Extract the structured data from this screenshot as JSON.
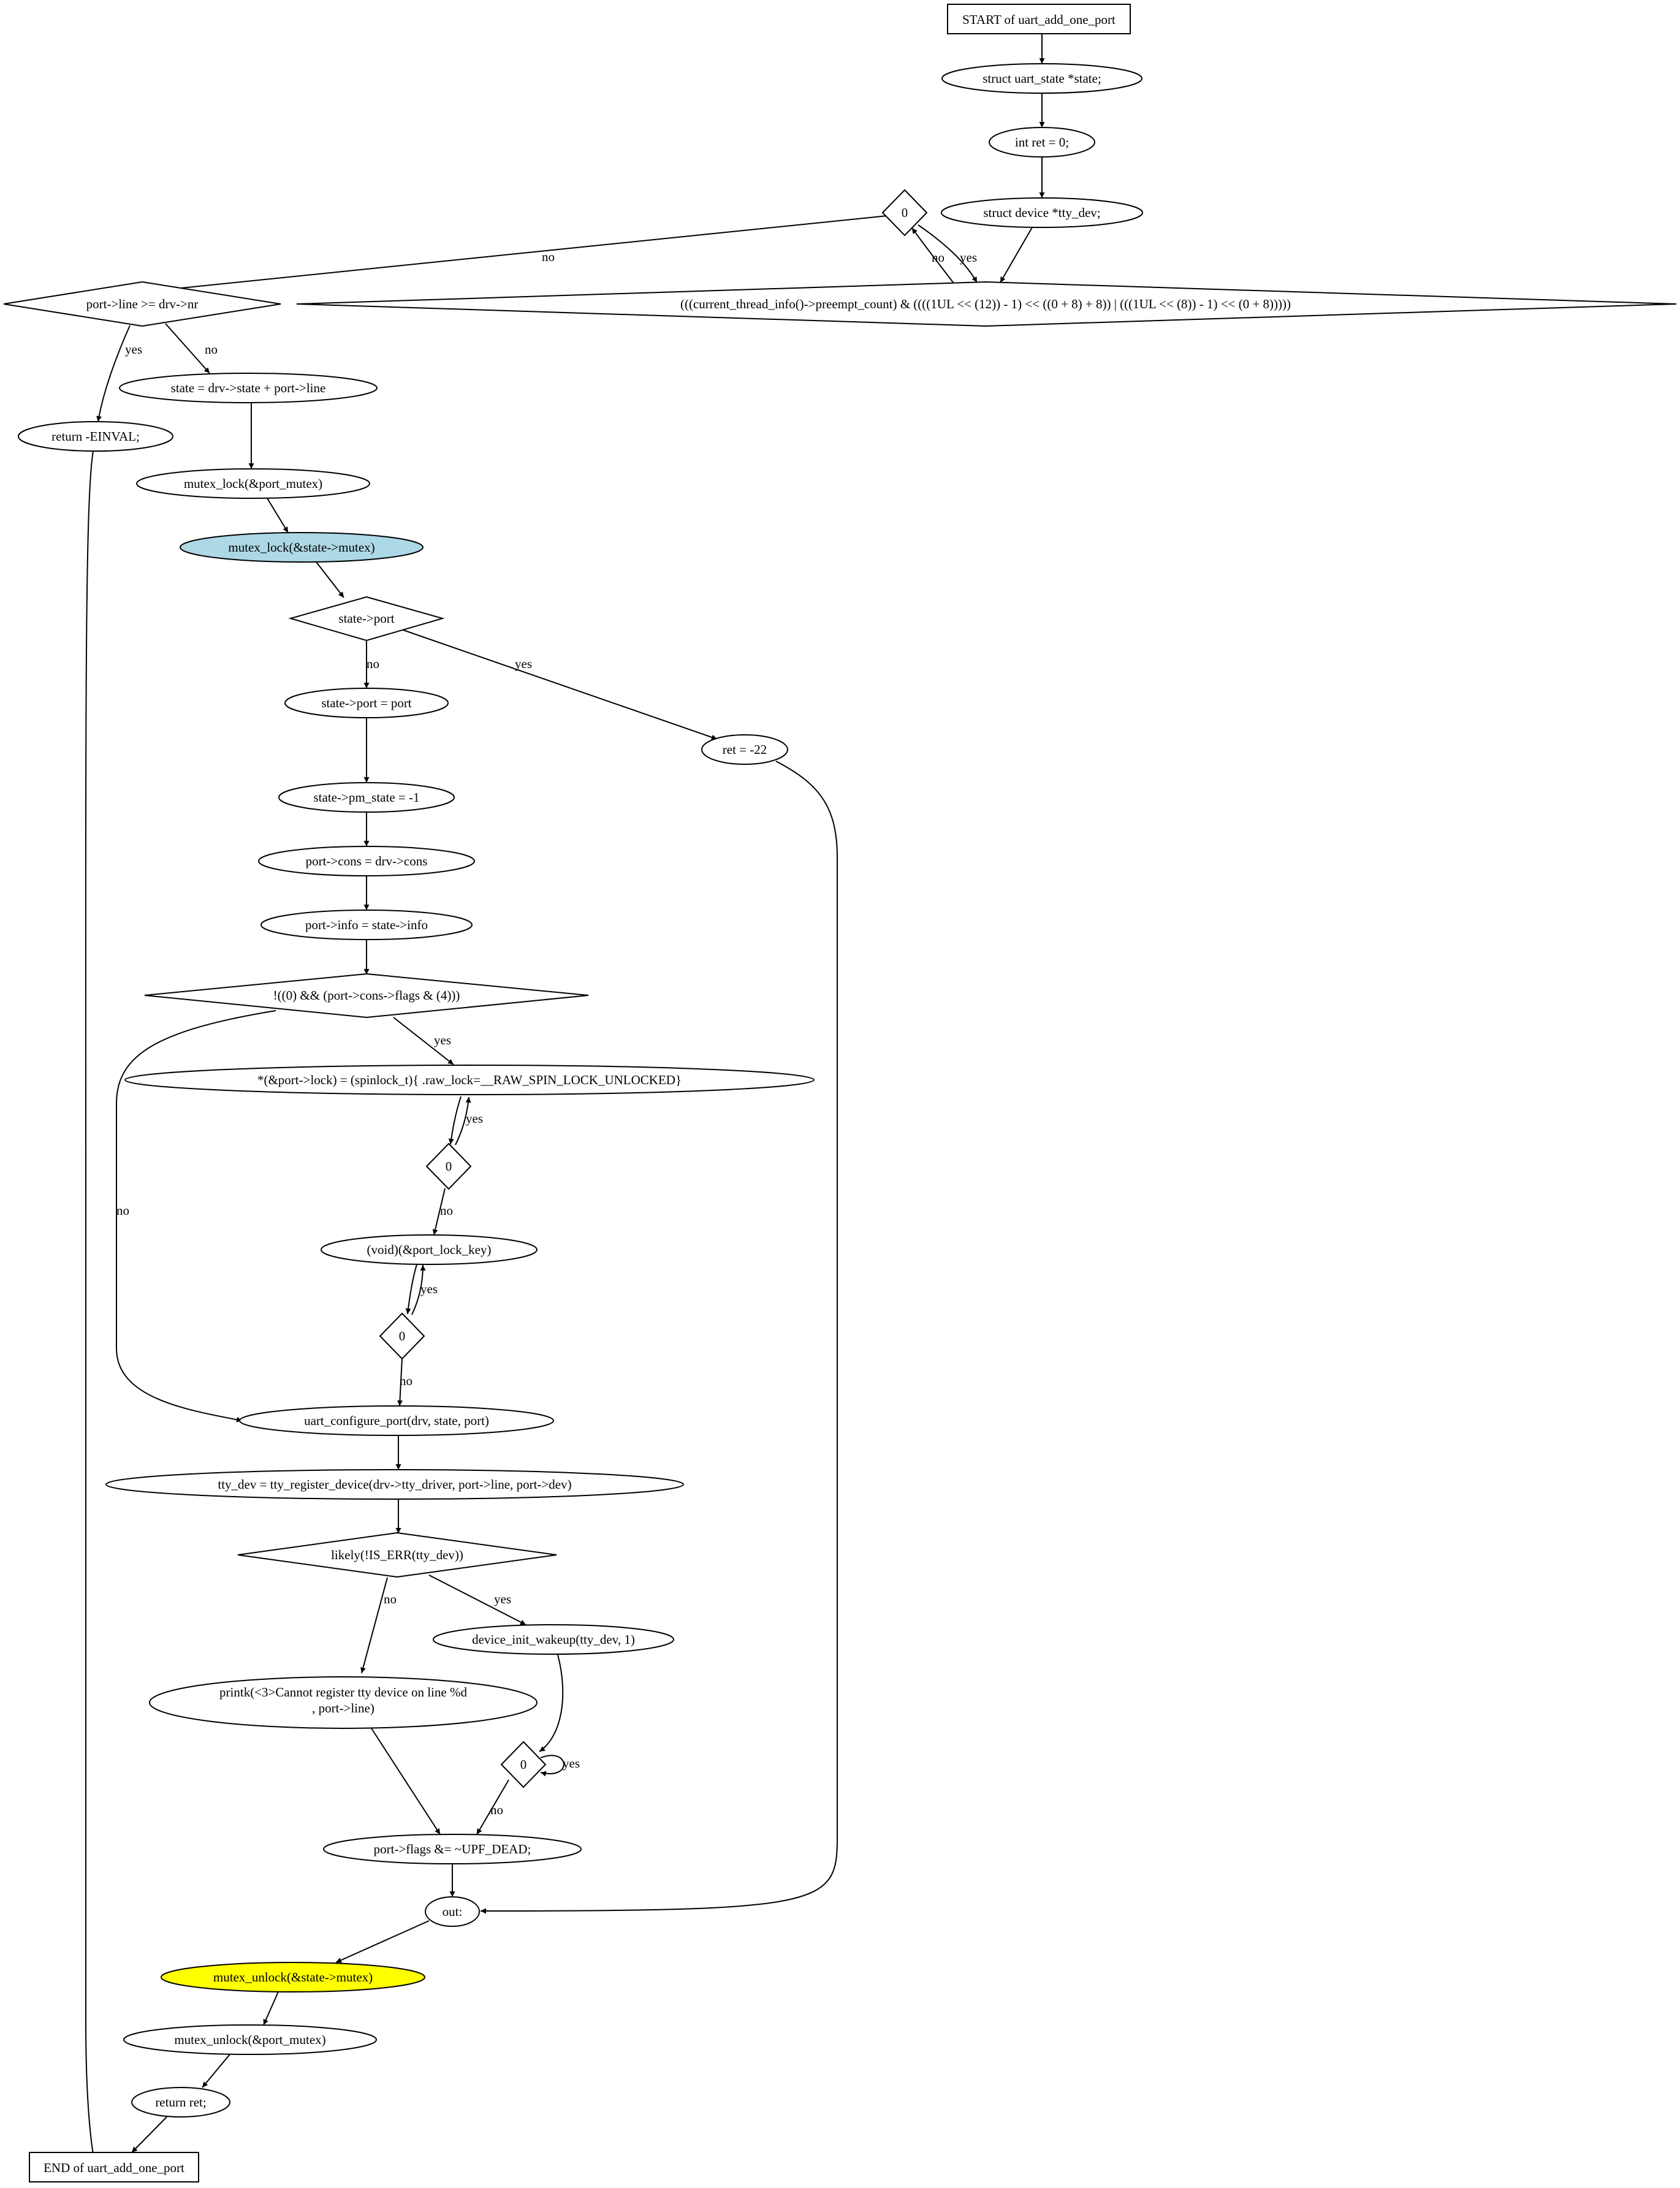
{
  "colors": {
    "default_fill": "#ffffff",
    "highlight_blue": "#add8e6",
    "highlight_yellow": "#ffff00",
    "stroke": "#000000"
  },
  "nodes": {
    "start": "START of uart_add_one_port",
    "decl_state": "struct uart_state *state;",
    "decl_ret": "int ret = 0;",
    "decl_tty": "struct device *tty_dev;",
    "cond_zero_top": "0",
    "cond_preempt": "(((current_thread_info()->preempt_count) & ((((1UL << (12)) - 1) << ((0 + 8) + 8)) | (((1UL << (8)) - 1) << (0 + 8)))))",
    "cond_line": "port->line >= drv->nr",
    "return_einval": "return -EINVAL;",
    "assign_state": "state = drv->state + port->line",
    "lock_port_mutex": "mutex_lock(&port_mutex)",
    "lock_state_mutex": "mutex_lock(&state->mutex)",
    "cond_state_port": "state->port",
    "assign_state_port": "state->port = port",
    "assign_ret": "ret = -22",
    "assign_pm_state": "state->pm_state = -1",
    "assign_cons": "port->cons = drv->cons",
    "assign_info": "port->info = state->info",
    "cond_cons_flags": "!((0) && (port->cons->flags & (4)))",
    "assign_lock": "*(&port->lock) = (spinlock_t){ .raw_lock=__RAW_SPIN_LOCK_UNLOCKED}",
    "cond_zero_lock": "0",
    "void_lock_key": "(void)(&port_lock_key)",
    "cond_zero_key": "0",
    "configure_port": "uart_configure_port(drv, state, port)",
    "register_device": "tty_dev = tty_register_device(drv->tty_driver, port->line, port->dev)",
    "cond_is_err": "likely(!IS_ERR(tty_dev))",
    "device_wakeup": "device_init_wakeup(tty_dev, 1)",
    "printk_line1": "printk(<3>Cannot register tty device on line %d",
    "printk_line2": ", port->line)",
    "cond_zero_wake": "0",
    "clear_flags": "port->flags &= ~UPF_DEAD;",
    "label_out": "out:",
    "unlock_state_mutex": "mutex_unlock(&state->mutex)",
    "unlock_port_mutex": "mutex_unlock(&port_mutex)",
    "return_ret": "return ret;",
    "end": "END of uart_add_one_port"
  },
  "edge_labels": {
    "top_zero_no_left": "no",
    "top_zero_no": "no",
    "top_zero_yes": "yes",
    "line_yes": "yes",
    "line_no": "no",
    "state_port_no": "no",
    "state_port_yes": "yes",
    "cons_flags_yes": "yes",
    "cons_flags_no": "no",
    "zero_lock_yes": "yes",
    "zero_lock_no": "no",
    "zero_key_yes": "yes",
    "zero_key_no": "no",
    "is_err_no": "no",
    "is_err_yes": "yes",
    "zero_wake_yes": "yes",
    "zero_wake_no": "no"
  }
}
